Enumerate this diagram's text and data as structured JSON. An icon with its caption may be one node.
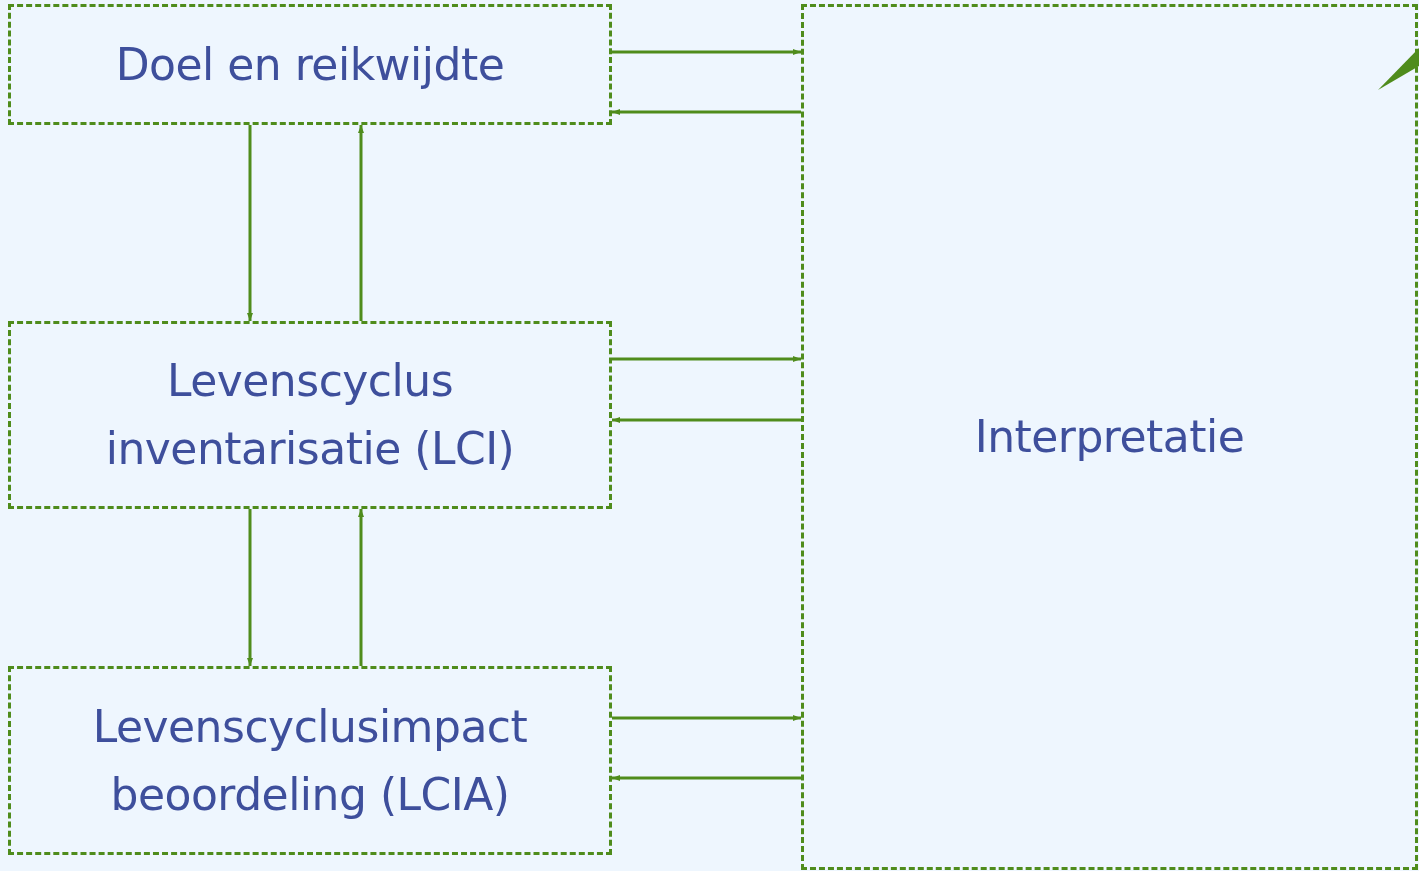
{
  "diagram": {
    "nodes": [
      {
        "text": [
          "Doel en reikwijdte"
        ]
      },
      {
        "text": [
          "Levenscyclus inventarisatie (LCI)"
        ]
      },
      {
        "text": [
          "Levenscyclusimpact beoordeling (LCIA)"
        ]
      },
      {
        "text": [
          "Interpretatie"
        ]
      }
    ],
    "edges": [
      {
        "from": 0,
        "to": 3,
        "arrow": "to"
      },
      {
        "from": 3,
        "to": 0,
        "arrow": "to"
      },
      {
        "from": 0,
        "to": 1,
        "arrow": "to"
      },
      {
        "from": 1,
        "to": 0,
        "arrow": "to"
      },
      {
        "from": 1,
        "to": 3,
        "arrow": "to"
      },
      {
        "from": 3,
        "to": 1,
        "arrow": "to"
      },
      {
        "from": 1,
        "to": 2,
        "arrow": "to"
      },
      {
        "from": 2,
        "to": 1,
        "arrow": "to"
      },
      {
        "from": 2,
        "to": 3,
        "arrow": "to"
      },
      {
        "from": 3,
        "to": 2,
        "arrow": "to"
      }
    ]
  }
}
